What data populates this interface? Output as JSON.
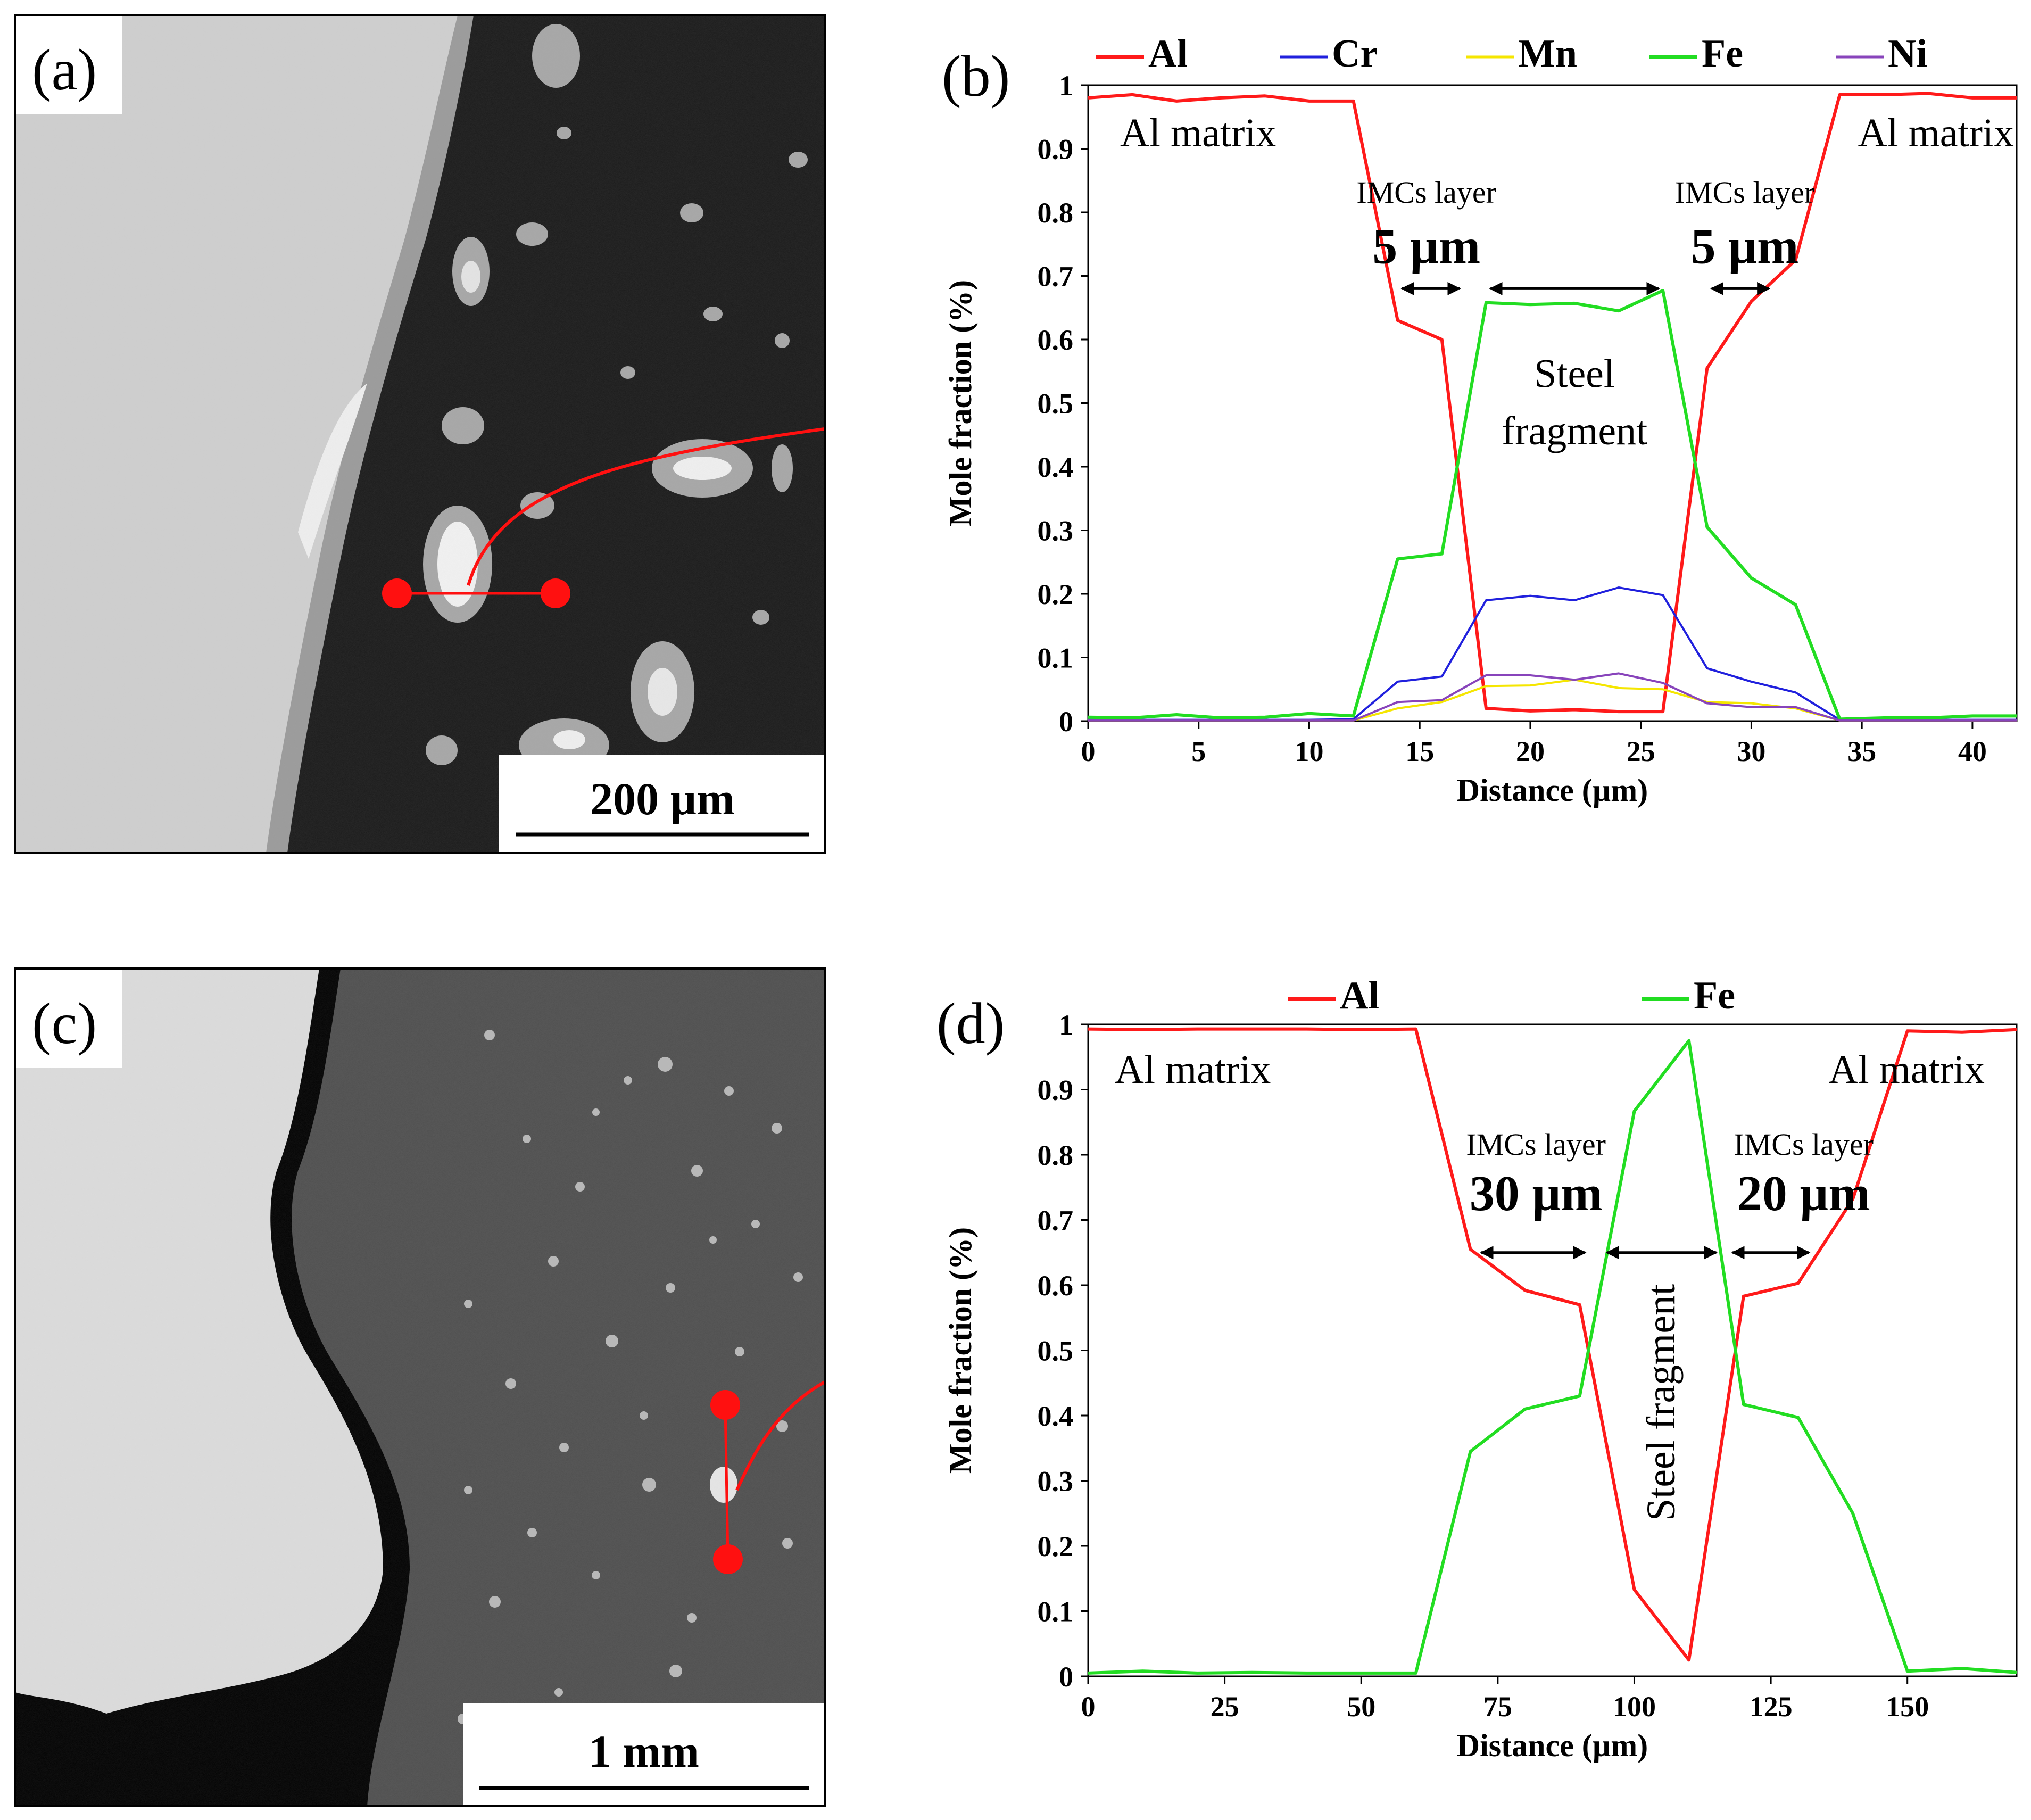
{
  "figure": {
    "panel_labels": [
      "(a)",
      "(b)",
      "(c)",
      "(d)"
    ],
    "scale_bars": {
      "a": "200 µm",
      "c": "1 mm"
    }
  },
  "colors": {
    "Al": "#ff1a1a",
    "Cr": "#2020dd",
    "Mn": "#f5e600",
    "Fe": "#22dd22",
    "Ni": "#8844bb",
    "marker": "#ff1010"
  },
  "chart_data": [
    {
      "panel": "b",
      "type": "line",
      "xlabel": "Distance (µm)",
      "ylabel": "Mole fraction (%)",
      "xlim": [
        0,
        42
      ],
      "ylim": [
        0,
        1
      ],
      "xticks": [
        0,
        5,
        10,
        15,
        20,
        25,
        30,
        35,
        40
      ],
      "yticks": [
        0,
        0.1,
        0.2,
        0.3,
        0.4,
        0.5,
        0.6,
        0.7,
        0.8,
        0.9,
        1
      ],
      "legend_position": "top",
      "x": [
        0,
        2,
        4,
        6,
        8,
        10,
        12,
        14,
        16,
        18,
        20,
        22,
        24,
        26,
        28,
        30,
        32,
        34,
        36,
        38,
        40,
        42
      ],
      "series": [
        {
          "name": "Al",
          "values": [
            0.98,
            0.985,
            0.975,
            0.98,
            0.983,
            0.975,
            0.975,
            0.63,
            0.6,
            0.02,
            0.016,
            0.018,
            0.015,
            0.015,
            0.555,
            0.66,
            0.725,
            0.985,
            0.985,
            0.987,
            0.98,
            0.98
          ]
        },
        {
          "name": "Cr",
          "values": [
            0.002,
            0.002,
            0.002,
            0.002,
            0.002,
            0.002,
            0.003,
            0.062,
            0.07,
            0.19,
            0.197,
            0.19,
            0.21,
            0.198,
            0.083,
            0.062,
            0.045,
            0.002,
            0.002,
            0.002,
            0.002,
            0.002
          ]
        },
        {
          "name": "Mn",
          "values": [
            0.001,
            0.001,
            0.001,
            0.001,
            0.001,
            0.001,
            0.001,
            0.02,
            0.03,
            0.055,
            0.056,
            0.065,
            0.052,
            0.05,
            0.03,
            0.028,
            0.02,
            0.001,
            0.001,
            0.001,
            0.001,
            0.001
          ]
        },
        {
          "name": "Fe",
          "values": [
            0.006,
            0.005,
            0.01,
            0.005,
            0.006,
            0.012,
            0.008,
            0.255,
            0.263,
            0.658,
            0.655,
            0.657,
            0.645,
            0.677,
            0.305,
            0.225,
            0.183,
            0.003,
            0.005,
            0.005,
            0.008,
            0.008
          ]
        },
        {
          "name": "Ni",
          "values": [
            0.001,
            0.001,
            0.001,
            0.001,
            0.001,
            0.001,
            0.001,
            0.03,
            0.033,
            0.072,
            0.072,
            0.065,
            0.075,
            0.06,
            0.028,
            0.022,
            0.022,
            0.001,
            0.001,
            0.001,
            0.001,
            0.001
          ]
        }
      ],
      "annotations": {
        "al_matrix_left": "Al matrix",
        "al_matrix_right": "Al matrix",
        "imcs_left": "IMCs layer",
        "imcs_left_width": "5 µm",
        "imcs_right": "IMCs layer",
        "imcs_right_width": "5 µm",
        "steel_line1": "Steel",
        "steel_line2": "fragment"
      },
      "arrows": {
        "imcs_left": [
          14.2,
          16.8
        ],
        "steel": [
          18.2,
          25.8
        ],
        "imcs_right": [
          28.2,
          30.8
        ],
        "y": 0.68
      }
    },
    {
      "panel": "d",
      "type": "line",
      "xlabel": "Distance (µm)",
      "ylabel": "Mole fraction (%)",
      "xlim": [
        0,
        170
      ],
      "ylim": [
        0,
        1
      ],
      "xticks": [
        0,
        25,
        50,
        75,
        100,
        125,
        150
      ],
      "yticks": [
        0,
        0.1,
        0.2,
        0.3,
        0.4,
        0.5,
        0.6,
        0.7,
        0.8,
        0.9,
        1
      ],
      "legend_position": "top",
      "x": [
        0,
        10,
        20,
        30,
        40,
        50,
        60,
        70,
        80,
        90,
        100,
        110,
        120,
        130,
        140,
        150,
        160,
        170
      ],
      "series": [
        {
          "name": "Al",
          "values": [
            0.993,
            0.992,
            0.993,
            0.993,
            0.993,
            0.992,
            0.993,
            0.655,
            0.592,
            0.57,
            0.133,
            0.025,
            0.583,
            0.603,
            0.732,
            0.99,
            0.988,
            0.992
          ]
        },
        {
          "name": "Fe",
          "values": [
            0.005,
            0.008,
            0.005,
            0.006,
            0.005,
            0.005,
            0.005,
            0.345,
            0.41,
            0.43,
            0.867,
            0.975,
            0.417,
            0.397,
            0.25,
            0.008,
            0.012,
            0.006
          ]
        }
      ],
      "annotations": {
        "al_matrix_left": "Al matrix",
        "al_matrix_right": "Al matrix",
        "imcs_left": "IMCs layer",
        "imcs_left_width": "30 µm",
        "imcs_right": "IMCs layer",
        "imcs_right_width": "20 µm",
        "steel_vertical": "Steel fragment"
      },
      "arrows": {
        "imcs_left": [
          72,
          91
        ],
        "steel": [
          95,
          115
        ],
        "imcs_right": [
          118,
          132
        ],
        "y": 0.65
      }
    }
  ]
}
